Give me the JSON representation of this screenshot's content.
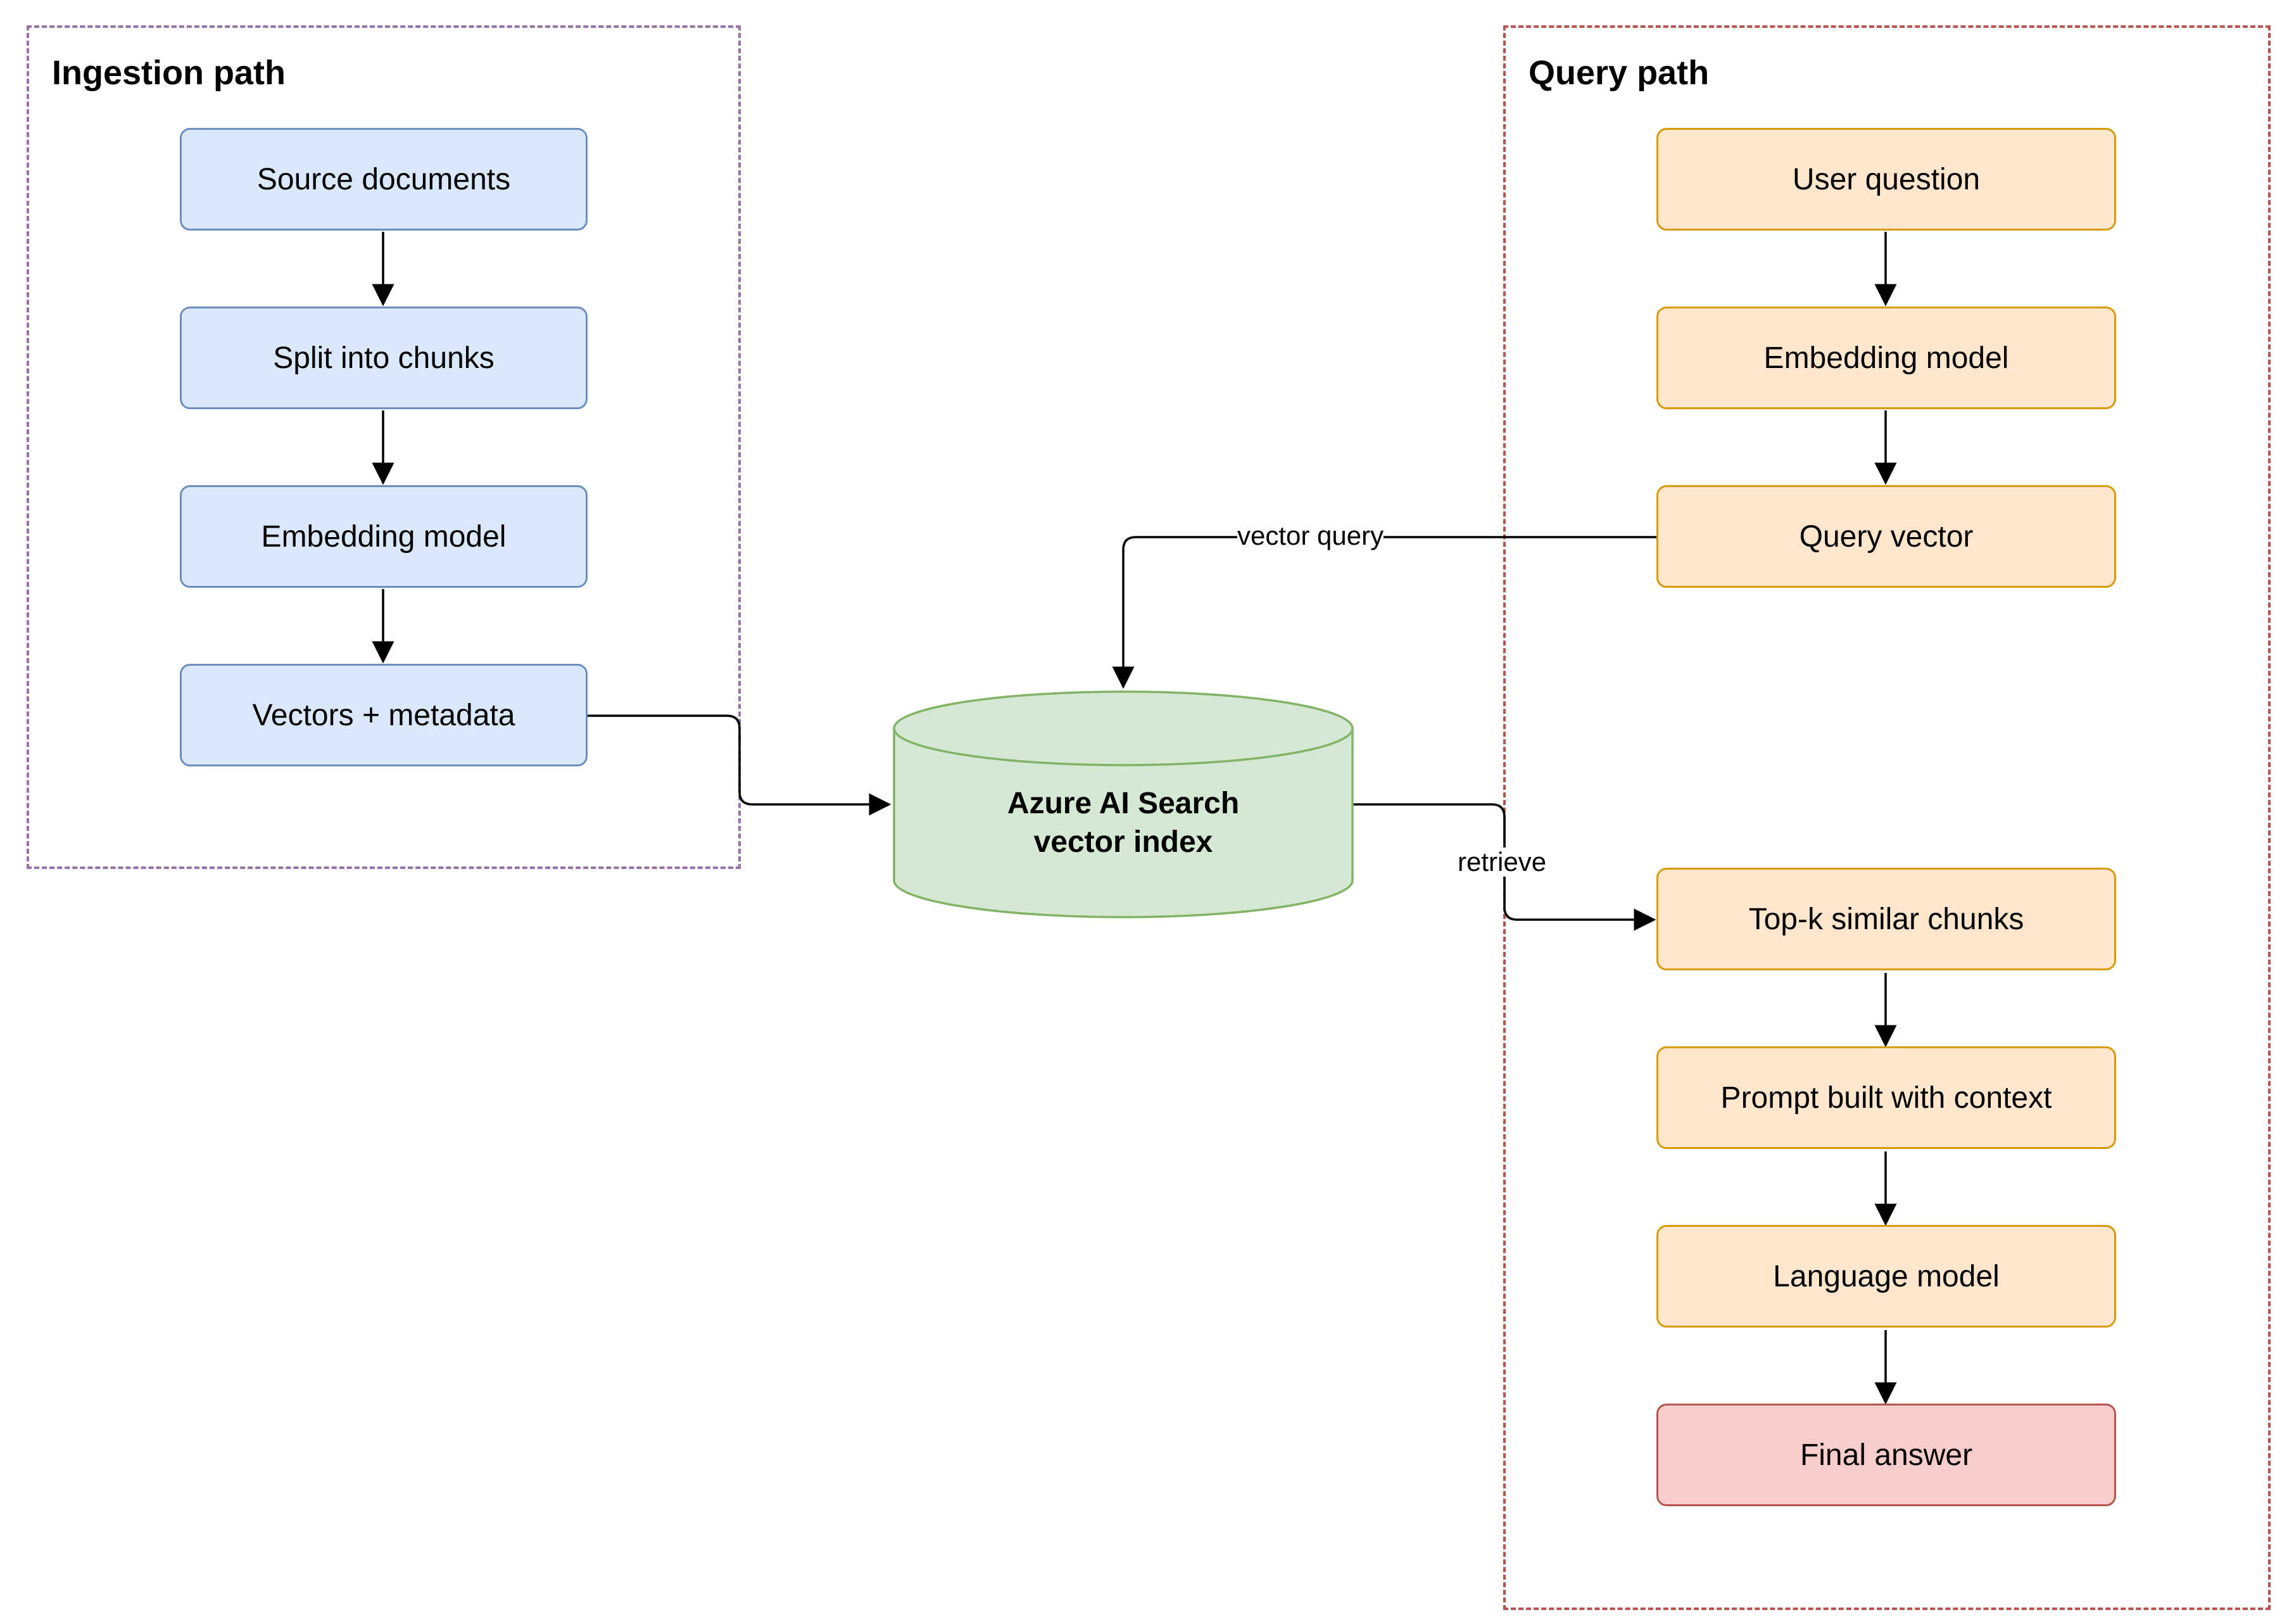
{
  "groups": {
    "ingestion": {
      "title": "Ingestion path"
    },
    "query": {
      "title": "Query path"
    }
  },
  "ingestion": {
    "source": "Source documents",
    "split": "Split into chunks",
    "embedding": "Embedding model",
    "vectors": "Vectors + metadata"
  },
  "index": {
    "label": "Azure AI Search\nvector index"
  },
  "query": {
    "question": "User question",
    "embedding": "Embedding model",
    "vector": "Query vector",
    "topk": "Top-k similar chunks",
    "prompt": "Prompt built with context",
    "llm": "Language model",
    "answer": "Final answer"
  },
  "edges": {
    "vector_query": "vector query",
    "retrieve": "retrieve"
  },
  "colors": {
    "ingestion_fill": "#dae8fc",
    "ingestion_stroke": "#6c8ebf",
    "query_fill": "#ffe6cc",
    "query_stroke": "#d79b00",
    "answer_fill": "#f8cecc",
    "answer_stroke": "#b85450",
    "index_fill": "#d5e8d4",
    "index_stroke": "#82b366",
    "ingestion_group_border": "#9673a6",
    "query_group_border": "#b85450"
  }
}
